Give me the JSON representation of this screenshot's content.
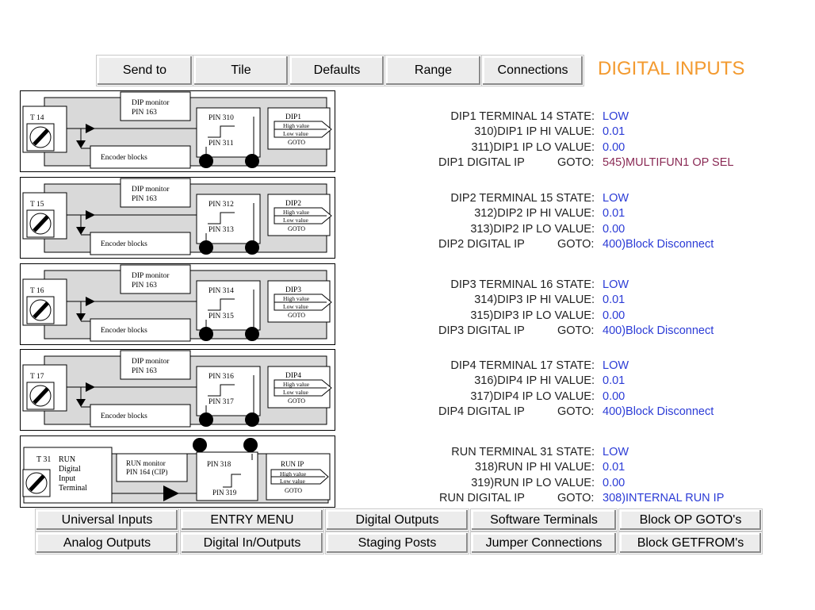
{
  "top_buttons": [
    "Send to",
    "Tile",
    "Defaults",
    "Range",
    "Connections"
  ],
  "page_title": "DIGITAL INPUTS",
  "colors": {
    "title": "#f39a2f",
    "value": "#2b3bd6",
    "value_alt": "#8a2a55"
  },
  "diagram_common": {
    "monitor_title": "DIP monitor",
    "monitor_pin": "PIN 163",
    "encoder": "Encoder blocks",
    "high": "High value",
    "low": "Low value",
    "goto": "GOTO"
  },
  "diagrams": [
    {
      "terminal": "T 14",
      "pin_a": "PIN 310",
      "pin_b": "PIN 311",
      "out": "DIP1"
    },
    {
      "terminal": "T 15",
      "pin_a": "PIN 312",
      "pin_b": "PIN 313",
      "out": "DIP2"
    },
    {
      "terminal": "T 16",
      "pin_a": "PIN 314",
      "pin_b": "PIN 315",
      "out": "DIP3"
    },
    {
      "terminal": "T 17",
      "pin_a": "PIN 316",
      "pin_b": "PIN 317",
      "out": "DIP4"
    }
  ],
  "run_diagram": {
    "terminal": "T 31",
    "terminal_desc": [
      "RUN",
      "Digital",
      "Input",
      "Terminal"
    ],
    "monitor_title": "RUN monitor",
    "monitor_pin": "PIN 164 (CIP)",
    "pin_a": "PIN 318",
    "pin_b": "PIN 319",
    "out": "RUN IP",
    "high": "High value",
    "low": "Low value",
    "goto": "GOTO"
  },
  "params": [
    {
      "state_label": "DIP1 TERMINAL 14 STATE:",
      "state": "LOW",
      "hi_label": "310)DIP1 IP HI VALUE:",
      "hi": "0.01",
      "lo_label": "311)DIP1 IP LO VALUE:",
      "lo": "0.00",
      "ip_label": "DIP1 DIGITAL IP",
      "goto_label": "GOTO:",
      "goto": "545)MULTIFUN1 OP SEL"
    },
    {
      "state_label": "DIP2 TERMINAL 15 STATE:",
      "state": "LOW",
      "hi_label": "312)DIP2 IP HI VALUE:",
      "hi": "0.01",
      "lo_label": "313)DIP2 IP LO VALUE:",
      "lo": "0.00",
      "ip_label": "DIP2 DIGITAL IP",
      "goto_label": "GOTO:",
      "goto": "400)Block Disconnect"
    },
    {
      "state_label": "DIP3 TERMINAL 16 STATE:",
      "state": "LOW",
      "hi_label": "314)DIP3 IP HI VALUE:",
      "hi": "0.01",
      "lo_label": "315)DIP3 IP LO VALUE:",
      "lo": "0.00",
      "ip_label": "DIP3 DIGITAL IP",
      "goto_label": "GOTO:",
      "goto": "400)Block Disconnect"
    },
    {
      "state_label": "DIP4 TERMINAL 17 STATE:",
      "state": "LOW",
      "hi_label": "316)DIP4 IP HI VALUE:",
      "hi": "0.01",
      "lo_label": "317)DIP4 IP LO VALUE:",
      "lo": "0.00",
      "ip_label": "DIP4 DIGITAL IP",
      "goto_label": "GOTO:",
      "goto": "400)Block Disconnect"
    },
    {
      "state_label": "RUN TERMINAL 31 STATE:",
      "state": "LOW",
      "hi_label": "318)RUN IP HI VALUE:",
      "hi": "0.01",
      "lo_label": "319)RUN IP LO VALUE:",
      "lo": "0.00",
      "ip_label": "RUN DIGITAL IP",
      "goto_label": "GOTO:",
      "goto": "308)INTERNAL RUN IP"
    }
  ],
  "nav_row1": [
    "Universal Inputs",
    "ENTRY MENU",
    "Digital Outputs",
    "Software Terminals",
    "Block OP GOTO's"
  ],
  "nav_row2": [
    "Analog Outputs",
    "Digital In/Outputs",
    "Staging Posts",
    "Jumper Connections",
    "Block GETFROM's"
  ]
}
